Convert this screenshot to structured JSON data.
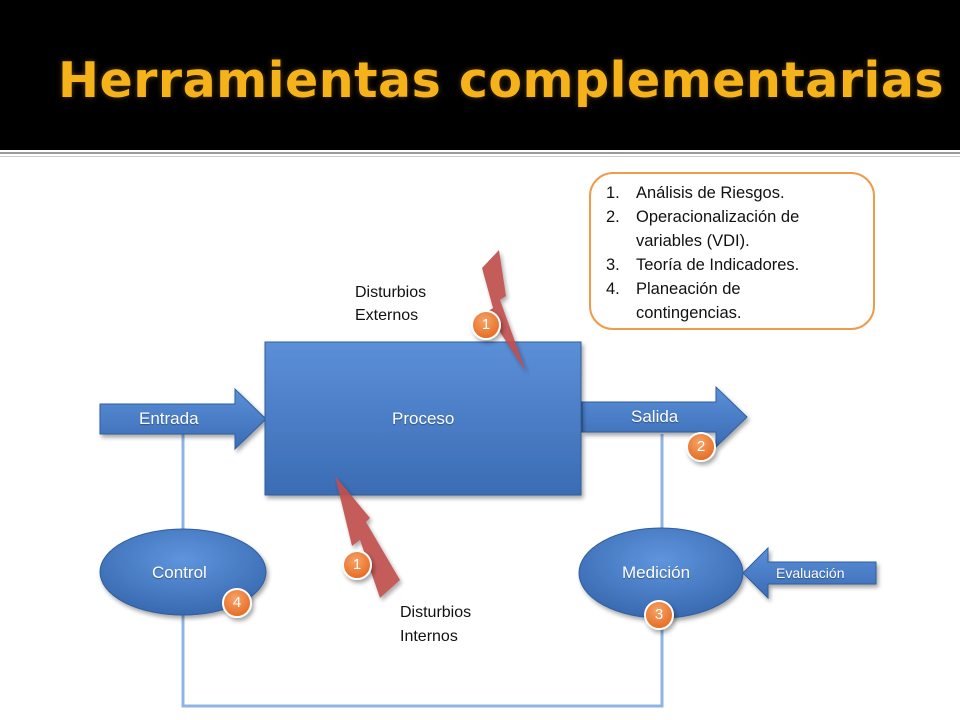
{
  "slide": {
    "title": "Herramientas complementarias"
  },
  "diagram": {
    "nodes": {
      "proceso": "Proceso",
      "entrada": "Entrada",
      "salida": "Salida",
      "control": "Control",
      "medicion": "Medición",
      "evaluacion": "Evaluación"
    },
    "notes": {
      "externos": [
        "Disturbios",
        "Externos"
      ],
      "internos": [
        "Disturbios",
        "Internos"
      ]
    },
    "badges": {
      "externos": "1",
      "internos": "1",
      "salida": "2",
      "medicion": "3",
      "control": "4"
    },
    "herramientas": [
      {
        "num": "1.",
        "lines": [
          "Análisis de Riesgos."
        ]
      },
      {
        "num": "2.",
        "lines": [
          "Operacionalización de",
          "variables (VDI)."
        ]
      },
      {
        "num": "3.",
        "lines": [
          "Teoría de Indicadores."
        ]
      },
      {
        "num": "4.",
        "lines": [
          "Planeación de",
          "contingencias."
        ]
      }
    ],
    "colors": {
      "title": "#f5b21a",
      "shape_blue": "#4a7fc9",
      "connector": "#8eb4e3",
      "badge": "#f07a2a",
      "bolt": "#c0504d",
      "list_border": "#f09a4a"
    }
  }
}
